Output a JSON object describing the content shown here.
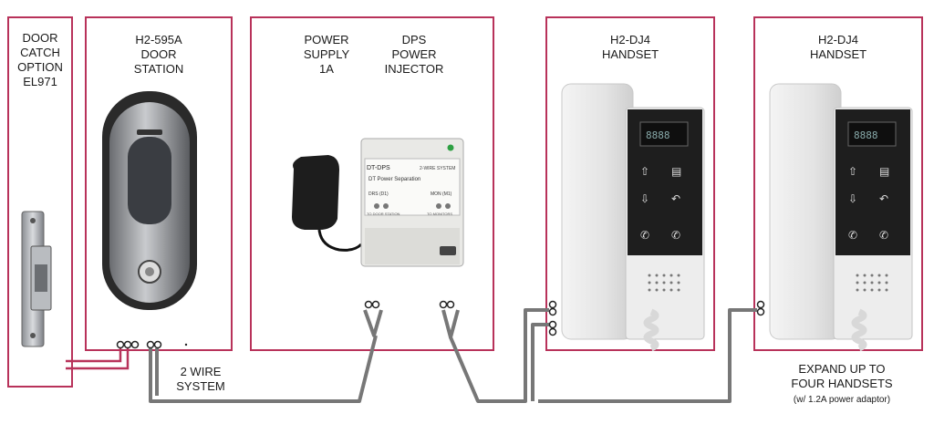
{
  "panels": {
    "door_catch": {
      "label": "DOOR\nCATCH\nOPTION\nEL971"
    },
    "door_station": {
      "label": "H2-595A\nDOOR\nSTATION"
    },
    "power": {
      "label_supply": "POWER\nSUPPLY\n1A",
      "label_injector": "DPS\nPOWER\nINJECTOR"
    },
    "handset_1": {
      "label": "H2-DJ4\nHANDSET"
    },
    "handset_2": {
      "label": "H2-DJ4\nHANDSET"
    }
  },
  "injector_device": {
    "brand": "DT-DPS",
    "subtitle": "DT Power Separation",
    "spec": "2-WIRE SYSTEM",
    "port_left": "DRS (D1)",
    "port_right": "MON (M1)",
    "port_left_sub": "TO DOOR STATION",
    "port_right_sub": "TO MONITORS"
  },
  "wiring_label": "2 WIRE\nSYSTEM",
  "expand_label": "EXPAND UP TO\nFOUR HANDSETS",
  "expand_note": "(w/ 1.2A power adaptor)",
  "colors": {
    "frame": "#b8325a",
    "wire": "#777777"
  }
}
